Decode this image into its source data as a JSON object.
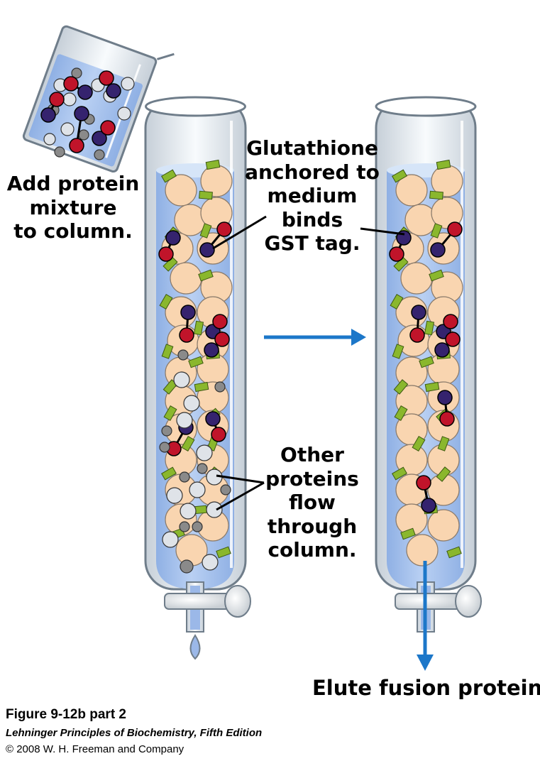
{
  "labels": {
    "add_mixture": [
      "Add protein",
      "mixture",
      "to column."
    ],
    "glutathione": [
      "Glutathione",
      "anchored to",
      "medium",
      "binds",
      "GST tag."
    ],
    "other_proteins": [
      "Other",
      "proteins",
      "flow",
      "through",
      "column."
    ],
    "elute": "Elute fusion protein."
  },
  "caption": {
    "figure": "Figure 9-12b part 2",
    "book": "Lehninger Principles of Biochemistry, Fifth Edition",
    "copyright": "© 2008 W. H. Freeman and Company"
  },
  "colors": {
    "buffer": "#a9c4ee",
    "glass": "#eef3f8",
    "bead": "#f9d5b0",
    "fusion_protein_red": "#c0142a",
    "gst_tag": "#35236e",
    "glutathione_green": "#8ab72d",
    "other_protein_gray": "#8a8a8a",
    "other_protein_white": "#dfe3e8",
    "arrow": "#1c77c9"
  }
}
